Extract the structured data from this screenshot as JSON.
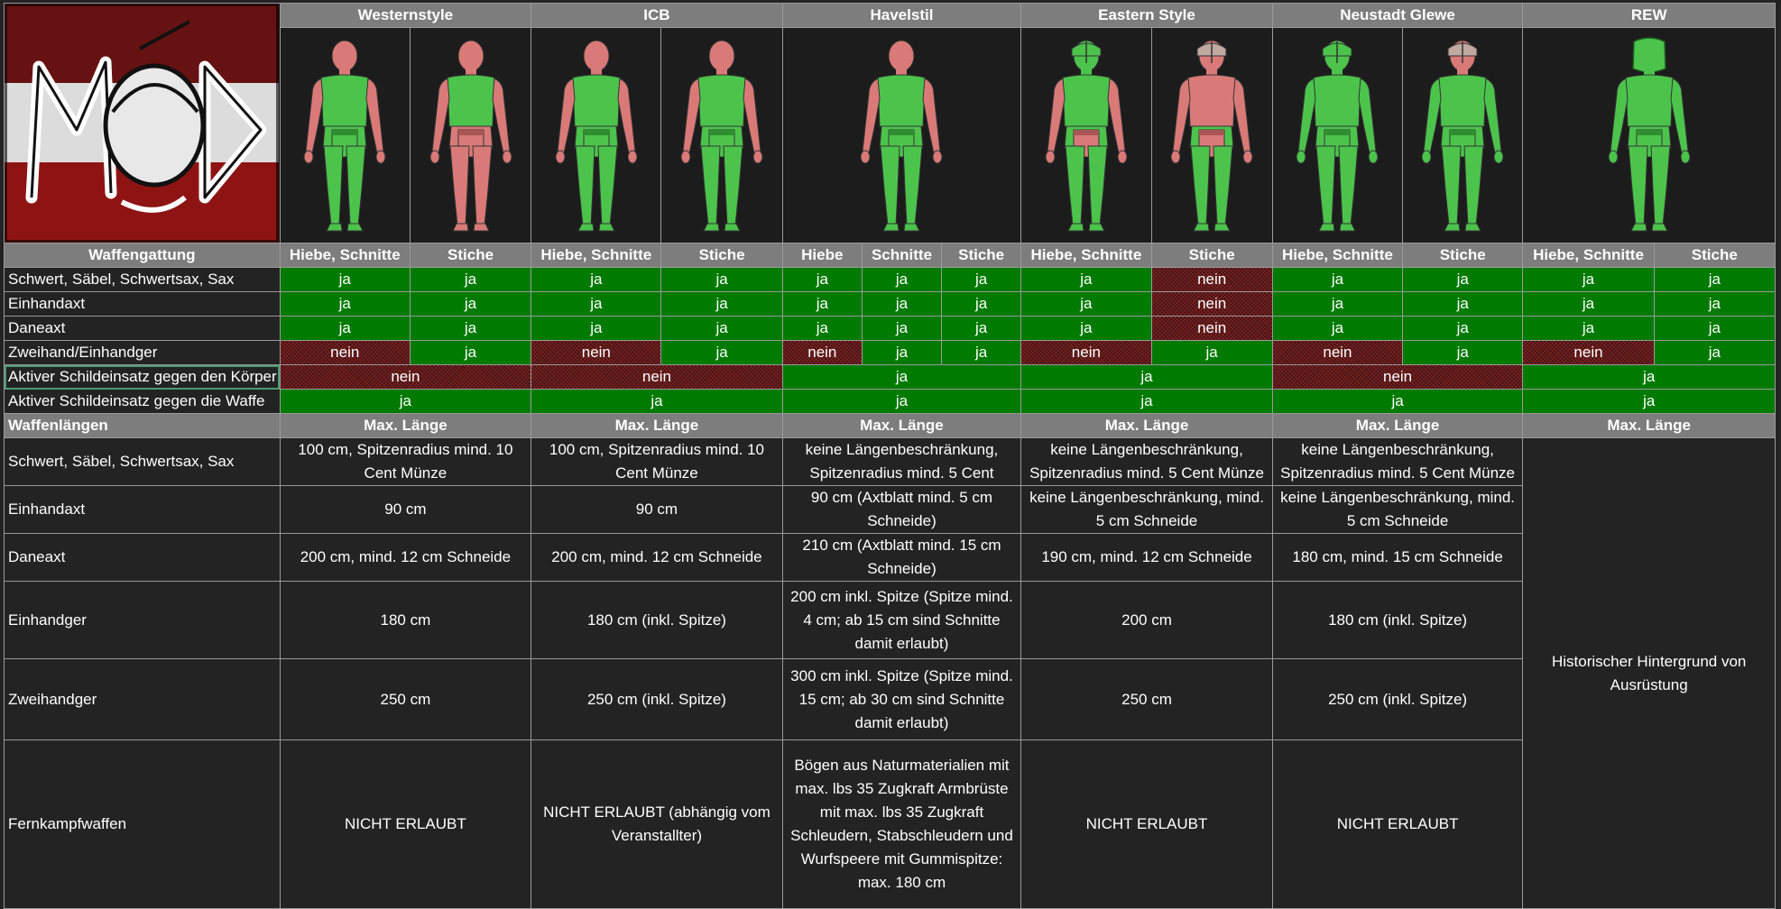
{
  "groups": [
    {
      "name": "Westernstyle"
    },
    {
      "name": "ICB"
    },
    {
      "name": "Havelstil"
    },
    {
      "name": "Eastern Style"
    },
    {
      "name": "Neustadt Glewe"
    },
    {
      "name": "REW"
    }
  ],
  "figures": [
    {
      "head": "red",
      "torso": "green",
      "arms": "red",
      "loin": "green",
      "legs": "green",
      "helmet": false
    },
    {
      "head": "red",
      "torso": "green",
      "arms": "red",
      "loin": "red",
      "legs": "red",
      "helmet": false
    },
    {
      "head": "red",
      "torso": "green",
      "arms": "red",
      "loin": "green",
      "legs": "green",
      "helmet": false
    },
    {
      "head": "red",
      "torso": "green",
      "arms": "red",
      "loin": "green",
      "legs": "green",
      "helmet": false
    },
    {
      "head": "red",
      "torso": "green",
      "arms": "red",
      "loin": "green",
      "legs": "green",
      "helmet": false
    },
    {
      "head": "green",
      "torso": "green",
      "arms": "red",
      "loin": "red",
      "legs": "green",
      "helmet": true
    },
    {
      "head": "red",
      "torso": "red",
      "arms": "red",
      "loin": "red",
      "legs": "green",
      "helmet": true
    },
    {
      "head": "green",
      "torso": "green",
      "arms": "green",
      "loin": "green",
      "legs": "green",
      "helmet": true
    },
    {
      "head": "red",
      "torso": "green",
      "arms": "green",
      "loin": "green",
      "legs": "green",
      "helmet": true
    },
    {
      "head": "green",
      "torso": "green",
      "arms": "green",
      "loin": "green",
      "legs": "green",
      "helmet": "full"
    }
  ],
  "colors": {
    "hit_allowed": "#007a00",
    "hit_forbidden": "#3a1414",
    "header": "#7d7d7d",
    "background": "#232323"
  },
  "weapon_table": {
    "header": "Waffengattung",
    "subheaders": [
      "Hiebe, Schnitte",
      "Stiche",
      "Hiebe, Schnitte",
      "Stiche",
      "Hiebe",
      "Schnitte",
      "Stiche",
      "Hiebe, Schnitte",
      "Stiche",
      "Hiebe, Schnitte",
      "Stiche",
      "Hiebe, Schnitte",
      "Stiche"
    ],
    "rows": [
      {
        "label": "Schwert, Säbel, Schwertsax, Sax",
        "cells": [
          "ja",
          "ja",
          "ja",
          "ja",
          "ja",
          "ja",
          "ja",
          "ja",
          "nein",
          "ja",
          "ja",
          "ja",
          "ja"
        ]
      },
      {
        "label": "Einhandaxt",
        "cells": [
          "ja",
          "ja",
          "ja",
          "ja",
          "ja",
          "ja",
          "ja",
          "ja",
          "nein",
          "ja",
          "ja",
          "ja",
          "ja"
        ]
      },
      {
        "label": "Daneaxt",
        "cells": [
          "ja",
          "ja",
          "ja",
          "ja",
          "ja",
          "ja",
          "ja",
          "ja",
          "nein",
          "ja",
          "ja",
          "ja",
          "ja"
        ]
      },
      {
        "label": "Zweihand/Einhandger",
        "cells": [
          "nein",
          "ja",
          "nein",
          "ja",
          "nein",
          "ja",
          "ja",
          "nein",
          "ja",
          "nein",
          "ja",
          "nein",
          "ja"
        ]
      }
    ],
    "shield_rows": [
      {
        "label": "Aktiver Schildeinsatz gegen den Körper",
        "cells": [
          "nein",
          "nein",
          "ja",
          "ja",
          "nein",
          "ja"
        ]
      },
      {
        "label": "Aktiver Schildeinsatz gegen die Waffe",
        "cells": [
          "ja",
          "ja",
          "ja",
          "ja",
          "ja",
          "ja"
        ]
      }
    ]
  },
  "length_table": {
    "header": "Waffenlängen",
    "col_header": "Max. Länge",
    "rows": [
      {
        "label": "Schwert, Säbel, Schwertsax, Sax",
        "cells": [
          "100 cm, Spitzenradius mind. 10 Cent Münze",
          "100 cm, Spitzenradius mind. 10 Cent Münze",
          "keine Längenbeschränkung, Spitzenradius mind. 5 Cent",
          "keine Längenbeschränkung, Spitzenradius mind. 5 Cent Münze",
          "keine Längenbeschränkung, Spitzenradius mind. 5 Cent Münze"
        ]
      },
      {
        "label": "Einhandaxt",
        "cells": [
          "90 cm",
          "90 cm",
          "90 cm (Axtblatt mind. 5 cm Schneide)",
          "keine Längenbeschränkung, mind. 5 cm Schneide",
          "keine Längenbeschränkung, mind. 5 cm Schneide"
        ]
      },
      {
        "label": "Daneaxt",
        "cells": [
          "200 cm, mind. 12 cm Schneide",
          "200 cm, mind. 12 cm Schneide",
          "210 cm (Axtblatt mind. 15 cm Schneide)",
          "190 cm, mind. 12 cm Schneide",
          "180 cm, mind. 15 cm Schneide"
        ]
      },
      {
        "label": "Einhandger",
        "cells": [
          "180 cm",
          "180 cm (inkl. Spitze)",
          "200 cm inkl. Spitze (Spitze mind. 4 cm; ab 15 cm sind Schnitte damit erlaubt)",
          "200 cm",
          "180 cm (inkl. Spitze)"
        ]
      },
      {
        "label": "Zweihandger",
        "cells": [
          "250 cm",
          "250 cm (inkl. Spitze)",
          "300 cm inkl. Spitze (Spitze mind. 15 cm; ab 30 cm sind Schnitte damit erlaubt)",
          "250 cm",
          "250 cm (inkl. Spitze)"
        ]
      },
      {
        "label": "Fernkampfwaffen",
        "cells": [
          "NICHT ERLAUBT",
          "NICHT ERLAUBT (abhängig vom Veranstallter)",
          "Bögen aus Naturmaterialien mit max. lbs 35 Zugkraft Armbrüste mit max. lbs 35 Zugkraft Schleudern, Stabschleudern und Wurfspeere mit Gummispitze: max. 180 cm",
          "NICHT ERLAUBT",
          "NICHT ERLAUBT"
        ]
      }
    ],
    "rew_note": "Historischer Hintergrund von Ausrüstung"
  }
}
